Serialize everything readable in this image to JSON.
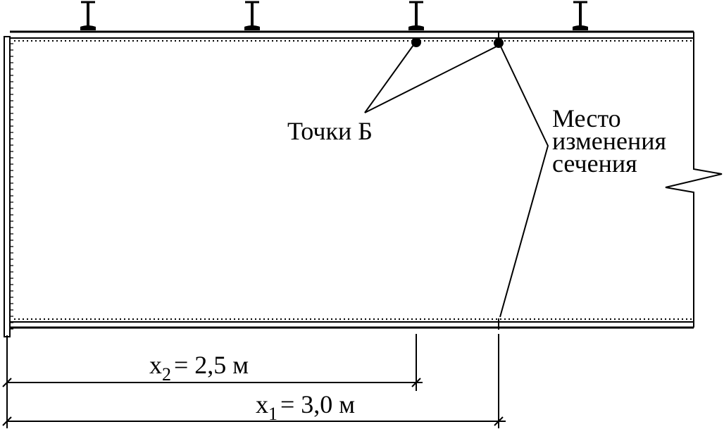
{
  "labels": {
    "points_b": "Точки Б",
    "section_change_1": "Место",
    "section_change_2": "изменения",
    "section_change_3": "сечения"
  },
  "dimensions": {
    "x2": {
      "symbol": "x",
      "subscript": "2",
      "value": "= 2,5 м"
    },
    "x1": {
      "symbol": "x",
      "subscript": "1",
      "value": "= 3,0 м"
    }
  },
  "colors": {
    "line": "#000000",
    "background": "#ffffff"
  }
}
